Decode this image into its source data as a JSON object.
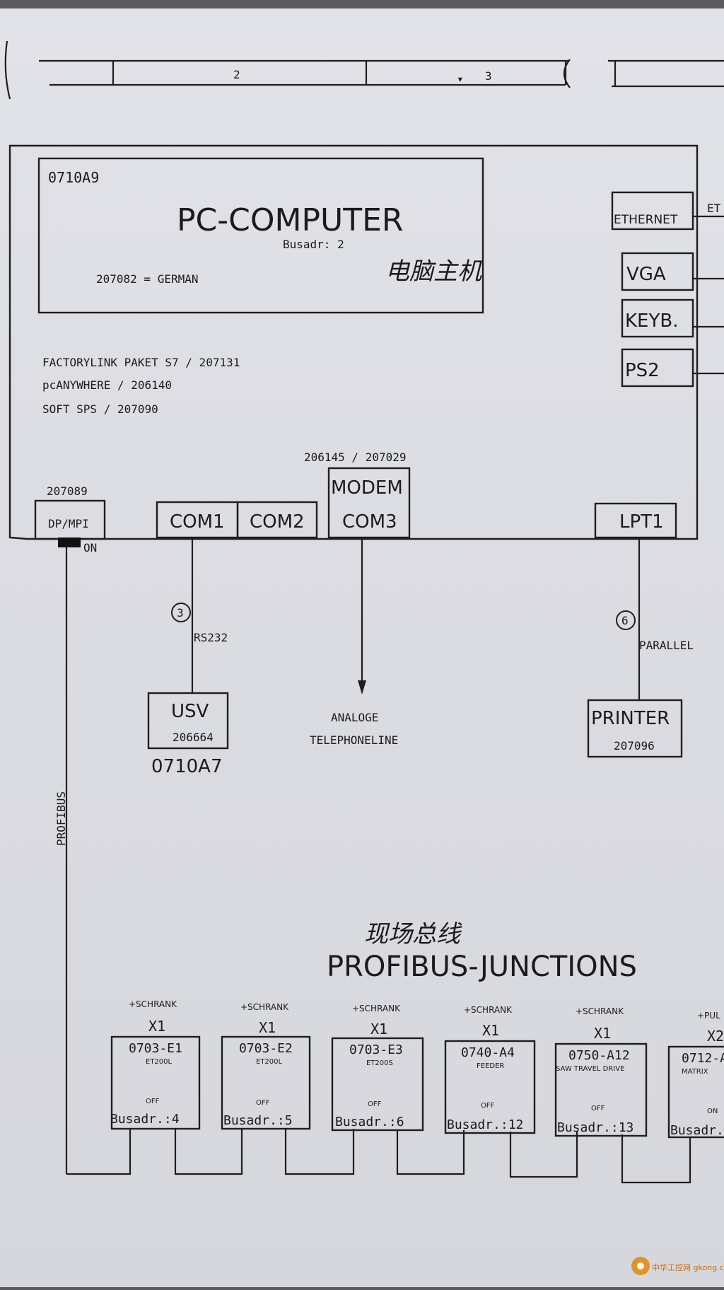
{
  "colors": {
    "paper": "#dfe0e5",
    "ink": "#1e1e1e",
    "frame": "#5a5a5e"
  },
  "title_block": {
    "cell_2": "2",
    "cell_3": "3"
  },
  "pc": {
    "tag": "0710A9",
    "title": "PC-COMPUTER",
    "busadr": "Busadr: 2",
    "handwritten": "电脑主机",
    "language": "207082 = GERMAN"
  },
  "software": [
    "FACTORYLINK PAKET S7 / 207131",
    "pcANYWHERE / 206140",
    "SOFT SPS / 207090"
  ],
  "ports_right": {
    "ethernet": "ETHERNET",
    "ethernet_cut": "ET",
    "vga": "VGA",
    "keyb": "KEYB.",
    "ps2": "PS2"
  },
  "ports_bottom": {
    "dp_mpi_code": "207089",
    "dp_mpi": "DP/MPI",
    "on": "ON",
    "com1": "COM1",
    "com2": "COM2",
    "modem_code": "206145 / 207029",
    "modem": "MODEM",
    "com3": "COM3",
    "lpt1": "LPT1"
  },
  "connections": {
    "rs232_num": "3",
    "rs232": "RS232",
    "parallel_num": "6",
    "parallel": "PARALLEL",
    "analog_1": "ANALOGE",
    "analog_2": "TELEPHONELINE"
  },
  "usv": {
    "title": "USV",
    "code": "206664",
    "tag": "0710A7"
  },
  "printer": {
    "title": "PRINTER",
    "code": "207096"
  },
  "profibus_label": "PROFIBUS",
  "junctions_handwritten": "现场总线",
  "junctions_title": "PROFIBUS-JUNCTIONS",
  "junctions": [
    {
      "group": "+SCHRANK",
      "x": "X1",
      "name": "0703-E1",
      "type": "ET200L",
      "state": "OFF",
      "bus": "Busadr.:4"
    },
    {
      "group": "+SCHRANK",
      "x": "X1",
      "name": "0703-E2",
      "type": "ET200L",
      "state": "OFF",
      "bus": "Busadr.:5"
    },
    {
      "group": "+SCHRANK",
      "x": "X1",
      "name": "0703-E3",
      "type": "ET200S",
      "state": "OFF",
      "bus": "Busadr.:6"
    },
    {
      "group": "+SCHRANK",
      "x": "X1",
      "name": "0740-A4",
      "type": "FEEDER",
      "state": "OFF",
      "bus": "Busadr.:12"
    },
    {
      "group": "+SCHRANK",
      "x": "X1",
      "name": "0750-A12",
      "type": "SAW TRAVEL DRIVE",
      "state": "OFF",
      "bus": "Busadr.:13"
    },
    {
      "group": "+PUL",
      "x": "X2",
      "name": "0712-A",
      "type": "MATRIX",
      "state": "ON",
      "bus": "Busadr.:"
    }
  ],
  "watermark": "中华工控网 gkong.com"
}
